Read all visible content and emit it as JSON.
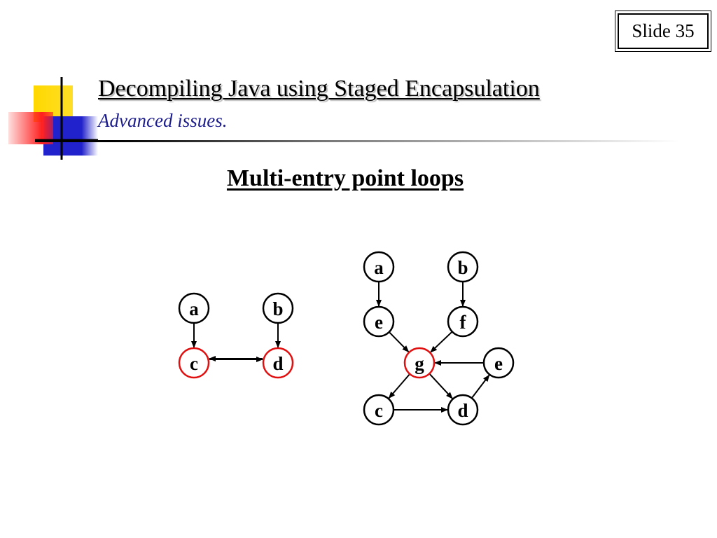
{
  "slide_number": "Slide 35",
  "header": {
    "title": "Decompiling Java using Staged Encapsulation",
    "subtitle": "Advanced issues."
  },
  "main": {
    "heading": "Multi-entry point loops"
  },
  "colors": {
    "logo_yellow": "#ffd800",
    "logo_blue": "#2222cc",
    "logo_red": "#ff2020",
    "entry_node_stroke": "#e01010",
    "node_stroke": "#000000"
  },
  "graph_left": {
    "nodes": [
      {
        "id": "a",
        "label": "a",
        "entry": false
      },
      {
        "id": "b",
        "label": "b",
        "entry": false
      },
      {
        "id": "c",
        "label": "c",
        "entry": true
      },
      {
        "id": "d",
        "label": "d",
        "entry": true
      }
    ],
    "edges": [
      {
        "from": "a",
        "to": "c"
      },
      {
        "from": "b",
        "to": "d"
      },
      {
        "from": "c",
        "to": "d"
      },
      {
        "from": "d",
        "to": "c"
      }
    ]
  },
  "graph_right": {
    "nodes": [
      {
        "id": "a",
        "label": "a",
        "entry": false
      },
      {
        "id": "b",
        "label": "b",
        "entry": false
      },
      {
        "id": "e1",
        "label": "e",
        "entry": false
      },
      {
        "id": "f",
        "label": "f",
        "entry": false
      },
      {
        "id": "g",
        "label": "g",
        "entry": true
      },
      {
        "id": "e2",
        "label": "e",
        "entry": false
      },
      {
        "id": "c",
        "label": "c",
        "entry": false
      },
      {
        "id": "d",
        "label": "d",
        "entry": false
      }
    ],
    "edges": [
      {
        "from": "a",
        "to": "e1"
      },
      {
        "from": "b",
        "to": "f"
      },
      {
        "from": "e1",
        "to": "g"
      },
      {
        "from": "f",
        "to": "g"
      },
      {
        "from": "e2",
        "to": "g"
      },
      {
        "from": "g",
        "to": "c"
      },
      {
        "from": "g",
        "to": "d"
      },
      {
        "from": "c",
        "to": "d"
      },
      {
        "from": "d",
        "to": "e2"
      }
    ]
  }
}
